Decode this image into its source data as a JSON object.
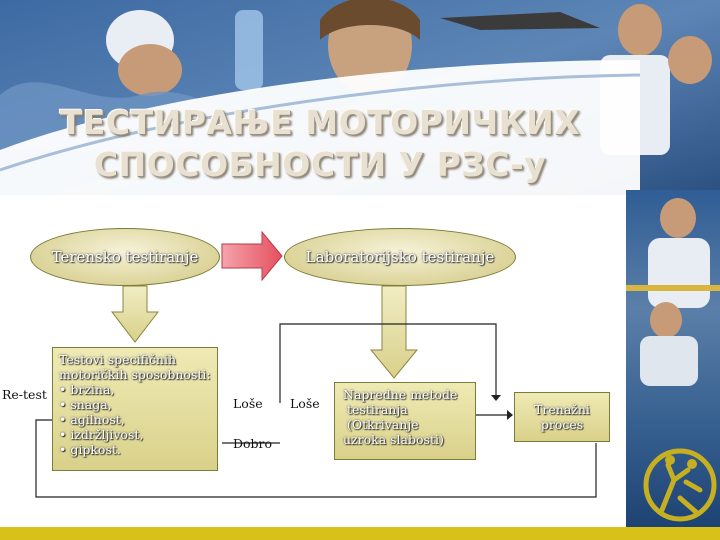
{
  "slide": {
    "title_line1": "ТЕСТИРАЊЕ МОТОРИЧКИХ",
    "title_line2": "СПОСОБНОСТИ У РЗС-у"
  },
  "diagram": {
    "field_testing": "Terensko testiranje",
    "lab_testing": "Laboratorijsko testiranje",
    "tests_box": {
      "line1": "Testovi specifičnih",
      "line2": "motoričkih sposobnosti:",
      "items": [
        "• brzina,",
        "• snaga,",
        "• agilnost,",
        "• izdržljivost,",
        "• gipkost."
      ]
    },
    "retest_label": "Re-test",
    "bad_label_left": "Loše",
    "good_label": "Dobro",
    "bad_label_right": "Loše",
    "advanced_box": {
      "line1": "Napredne metode",
      "line2": "testiranja",
      "line3": "(Otkrivanje",
      "line4": "uzroka slabosti)"
    },
    "training_process": {
      "line1": "Trenažni",
      "line2": "proces"
    }
  },
  "colors": {
    "banner_blue": "#2f5d95",
    "box_fill": "#e6e0a6",
    "arrow_red": "#f06a78",
    "accent_yellow": "#d8c21a"
  }
}
